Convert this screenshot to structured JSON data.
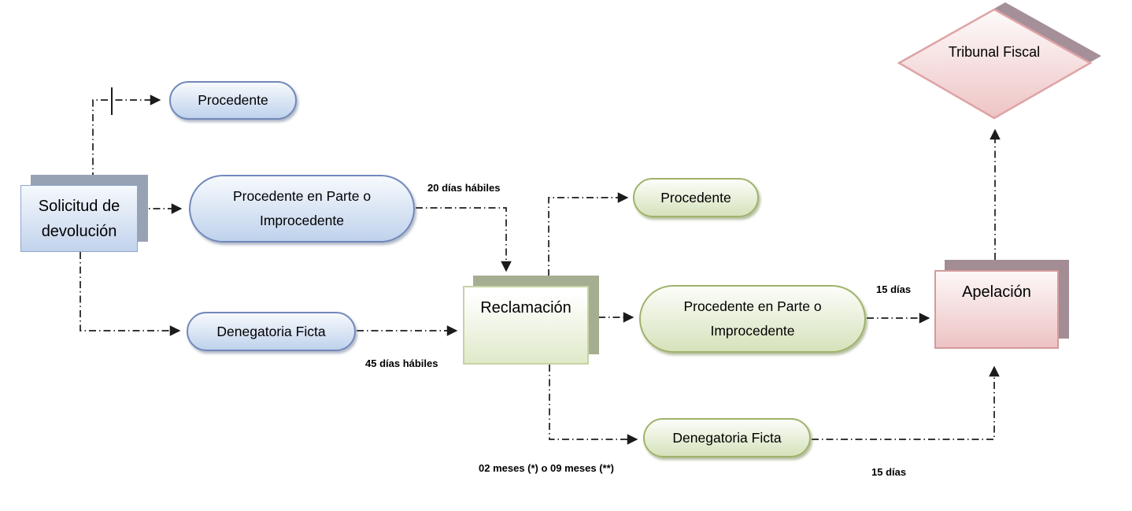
{
  "diagram": {
    "nodes": {
      "solicitud": {
        "label": "Solicitud de devolución"
      },
      "procedente_azul": {
        "label": "Procedente"
      },
      "procedente_parte_azul": {
        "label": "Procedente en Parte o Improcedente"
      },
      "denegatoria_azul": {
        "label": "Denegatoria Ficta"
      },
      "reclamacion": {
        "label": "Reclamación"
      },
      "procedente_verde": {
        "label": "Procedente"
      },
      "procedente_parte_verde": {
        "label": "Procedente en Parte o Improcedente"
      },
      "denegatoria_verde": {
        "label": "Denegatoria Ficta"
      },
      "apelacion": {
        "label": "Apelación"
      },
      "tribunal_fiscal": {
        "label": "Tribunal Fiscal"
      }
    },
    "edge_labels": {
      "plazo_20_dias": "20 días hábiles",
      "plazo_45_dias": "45 días hábiles",
      "plazo_15_dias_apelacion": "15 días",
      "plazo_meses": "02 meses (*) o 09 meses (**)",
      "plazo_15_dias_tribunal": "15 días"
    },
    "colors": {
      "blue_fill_top": "#f6f9fd",
      "blue_fill_bottom": "#c0d2ec",
      "blue_border": "#7288bb",
      "blue_shadow": "#97a2b5",
      "green_fill_top": "#fcfdf9",
      "green_fill_bottom": "#d6e2bc",
      "green_border": "#9eb36a",
      "green_box_border": "#c5d3a3",
      "green_shadow": "#a6ae92",
      "pink_fill_top": "#fdf7f7",
      "pink_fill_bottom": "#edc3c4",
      "pink_border": "#d59a9b",
      "pink_shadow": "#a28d94",
      "line": "#1b1b1b"
    }
  }
}
